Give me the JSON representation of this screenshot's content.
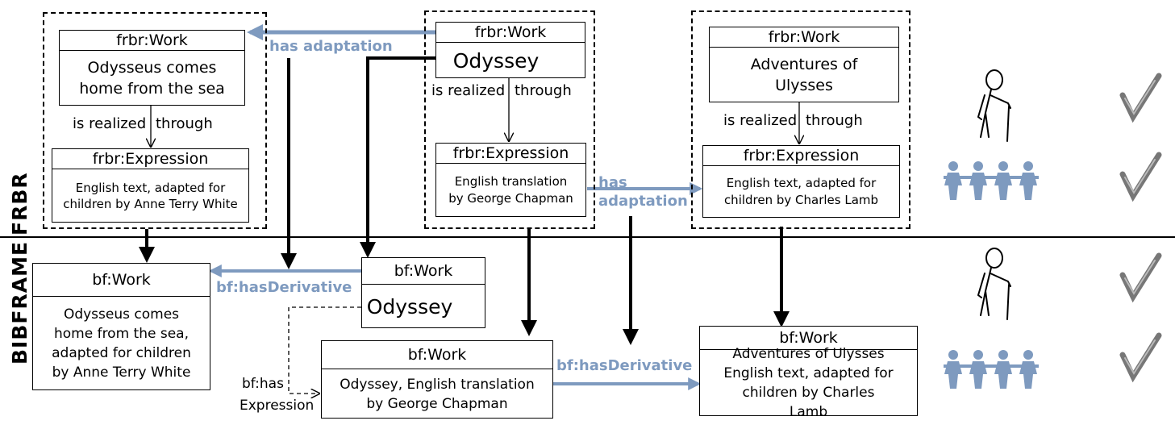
{
  "side_labels": {
    "frbr": "FRBR",
    "bibframe": "BIBFRAME"
  },
  "frbr": {
    "left_work": {
      "type": "frbr:Work",
      "title": "Odysseus comes home from the sea"
    },
    "left_expression": {
      "type": "frbr:Expression",
      "text": "English text, adapted for children by Anne Terry White"
    },
    "center_work": {
      "type": "frbr:Work",
      "title": "Odyssey"
    },
    "center_expression": {
      "type": "frbr:Expression",
      "text": "English translation by George Chapman"
    },
    "right_work": {
      "type": "frbr:Work",
      "title": "Adventures of Ulysses"
    },
    "right_expression": {
      "type": "frbr:Expression",
      "text": "English text, adapted for children by Charles Lamb"
    },
    "realized_left": "is realized",
    "realized_right": "through",
    "has_adaptation_top": "has adaptation",
    "has_adaptation_mid_1": "has",
    "has_adaptation_mid_2": "adaptation"
  },
  "bibframe": {
    "left_work": {
      "type": "bf:Work",
      "text": "Odysseus comes home from the sea, adapted for children by Anne Terry White"
    },
    "center_work": {
      "type": "bf:Work",
      "title": "Odyssey"
    },
    "translation_work": {
      "type": "bf:Work",
      "text": "Odyssey, English translation by George Chapman"
    },
    "right_work": {
      "type": "bf:Work",
      "text": "Adventures of Ulysses English text, adapted for children by Charles Lamb"
    },
    "has_derivative": "bf:hasDerivative",
    "has_expression_1": "bf:has",
    "has_expression_2": "Expression"
  },
  "colors": {
    "accent": "#7e9abf",
    "line": "#000000"
  },
  "icons": [
    "odysseus-figure-icon",
    "people-chain-icon",
    "checkmark-icon"
  ]
}
